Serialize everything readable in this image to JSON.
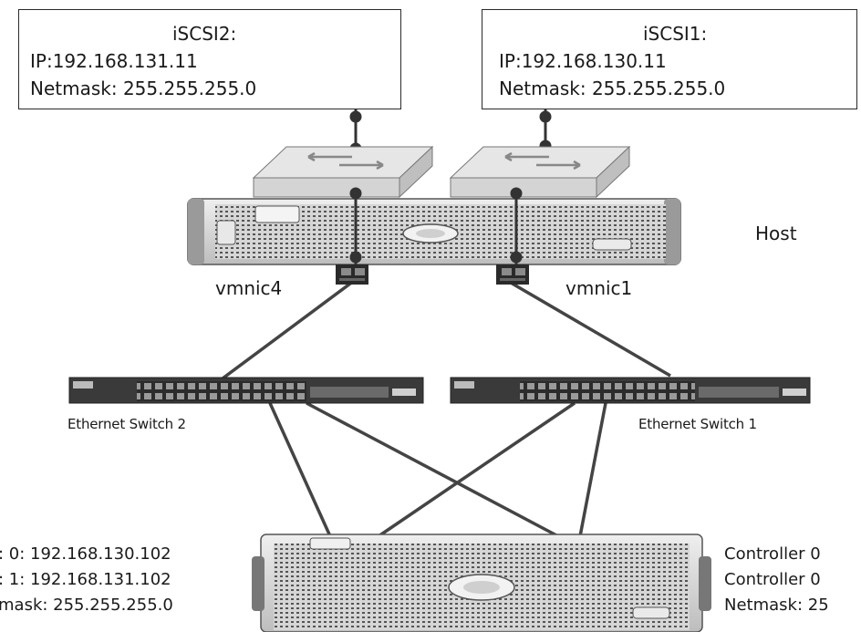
{
  "iscsi2": {
    "title": "iSCSI2:",
    "ip": "IP:192.168.131.11",
    "netmask": "Netmask: 255.255.255.0"
  },
  "iscsi1": {
    "title": "iSCSI1:",
    "ip": "IP:192.168.130.11",
    "netmask": "Netmask: 255.255.255.0"
  },
  "host": {
    "label": "Host"
  },
  "nics": {
    "left": "vmnic4",
    "right": "vmnic1"
  },
  "switches": {
    "left": "Ethernet Switch  2",
    "right": "Ethernet Switch 1"
  },
  "controllers": {
    "left": [
      ": 0: 192.168.130.102",
      ": 1: 192.168.131.102",
      "mask:  255.255.255.0"
    ],
    "right": [
      "Controller 0",
      "Controller 0",
      "Netmask:  25"
    ]
  }
}
